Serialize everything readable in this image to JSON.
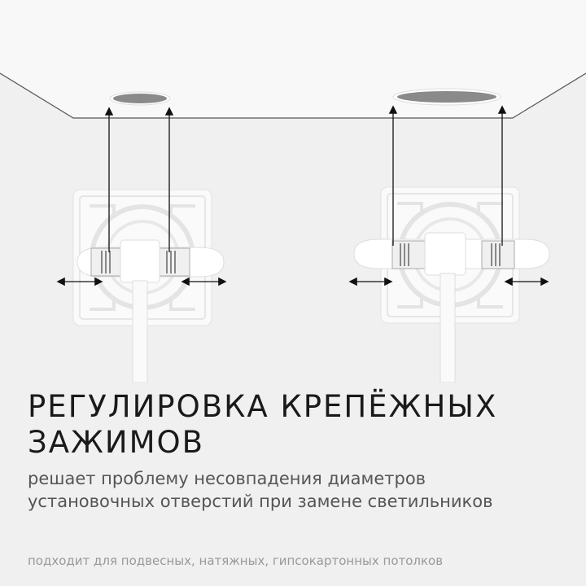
{
  "headline": {
    "line1": "РЕГУЛИРОВКА КРЕПЁЖНЫХ",
    "line2": "ЗАЖИМОВ"
  },
  "subtitle": {
    "line1": "решает проблему несовпадения диаметров",
    "line2": "установочных отверстий при замене светильников"
  },
  "footer": "подходит для подвесных, натяжных, гипсокартонных потолков",
  "colors": {
    "background": "#f0f0f0",
    "ceiling": "#f8f8f8",
    "hole": "#8a8a8a",
    "arrow": "#111111"
  }
}
